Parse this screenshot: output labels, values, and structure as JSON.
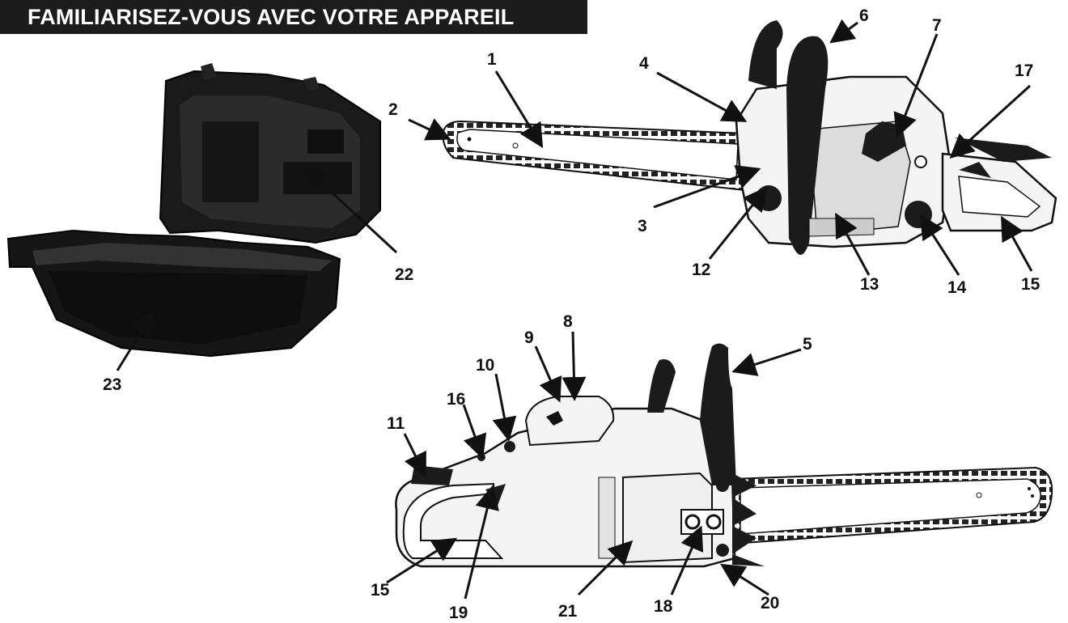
{
  "header": {
    "title": "FAMILIARISEZ-VOUS AVEC VOTRE APPAREIL"
  },
  "callouts": [
    "1",
    "2",
    "3",
    "4",
    "5",
    "6",
    "7",
    "8",
    "9",
    "10",
    "11",
    "12",
    "13",
    "14",
    "15",
    "16",
    "17",
    "18",
    "19",
    "20",
    "21",
    "22",
    "23"
  ]
}
